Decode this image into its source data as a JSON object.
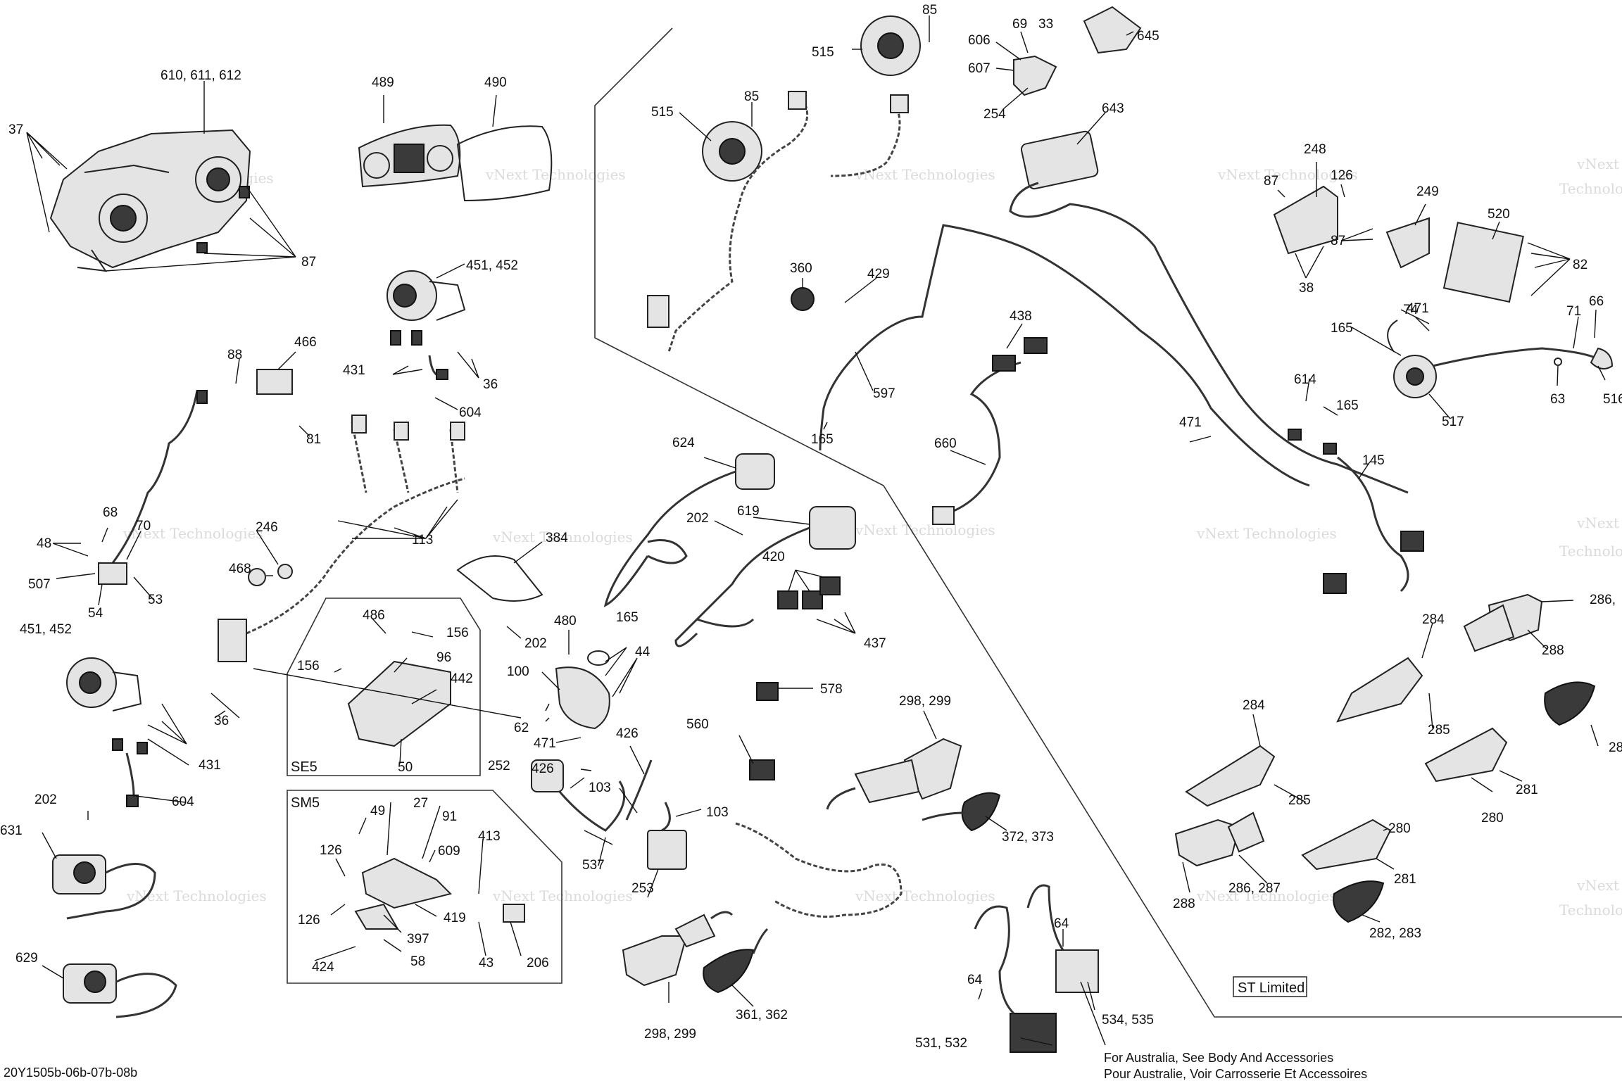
{
  "diagram": {
    "code": "20Y1505b-06b-07b-08b",
    "note_lines": [
      "For Australia, See Body And Accessories",
      "Pour Australie, Voir Carrosserie Et Accessoires"
    ],
    "watermark": [
      "vNext Technologies",
      "vNext",
      "Technologies"
    ],
    "boxes": [
      {
        "id": "se5",
        "label": "SE5"
      },
      {
        "id": "sm5",
        "label": "SM5"
      },
      {
        "id": "st",
        "label": "ST Limited"
      }
    ],
    "labels": [
      {
        "id": "l1",
        "text": "610, 611, 612"
      },
      {
        "id": "l2",
        "text": "489"
      },
      {
        "id": "l3",
        "text": "490"
      },
      {
        "id": "l4",
        "text": "37"
      },
      {
        "id": "l5",
        "text": "87"
      },
      {
        "id": "l6",
        "text": "451, 452"
      },
      {
        "id": "l7",
        "text": "36"
      },
      {
        "id": "l8",
        "text": "431"
      },
      {
        "id": "l9",
        "text": "604"
      },
      {
        "id": "l10",
        "text": "88"
      },
      {
        "id": "l11",
        "text": "466"
      },
      {
        "id": "l12",
        "text": "81"
      },
      {
        "id": "l13",
        "text": "68"
      },
      {
        "id": "l14",
        "text": "48"
      },
      {
        "id": "l15",
        "text": "70"
      },
      {
        "id": "l16",
        "text": "507"
      },
      {
        "id": "l17",
        "text": "54"
      },
      {
        "id": "l18",
        "text": "53"
      },
      {
        "id": "l19",
        "text": "246"
      },
      {
        "id": "l20",
        "text": "468"
      },
      {
        "id": "l21",
        "text": "113"
      },
      {
        "id": "l22",
        "text": "451, 452"
      },
      {
        "id": "l23",
        "text": "36"
      },
      {
        "id": "l24",
        "text": "431"
      },
      {
        "id": "l25",
        "text": "604"
      },
      {
        "id": "l26",
        "text": "202"
      },
      {
        "id": "l27",
        "text": "631"
      },
      {
        "id": "l28",
        "text": "629"
      },
      {
        "id": "l29",
        "text": "486"
      },
      {
        "id": "l30",
        "text": "156"
      },
      {
        "id": "l31",
        "text": "156"
      },
      {
        "id": "l32",
        "text": "96"
      },
      {
        "id": "l33",
        "text": "442"
      },
      {
        "id": "l34",
        "text": "50"
      },
      {
        "id": "l35",
        "text": "49"
      },
      {
        "id": "l36",
        "text": "27"
      },
      {
        "id": "l37",
        "text": "91"
      },
      {
        "id": "l38",
        "text": "609"
      },
      {
        "id": "l39",
        "text": "413"
      },
      {
        "id": "l40",
        "text": "126"
      },
      {
        "id": "l41",
        "text": "126"
      },
      {
        "id": "l42",
        "text": "419"
      },
      {
        "id": "l43",
        "text": "397"
      },
      {
        "id": "l44",
        "text": "424"
      },
      {
        "id": "l45",
        "text": "58"
      },
      {
        "id": "l46",
        "text": "43"
      },
      {
        "id": "l47",
        "text": "206"
      },
      {
        "id": "l48",
        "text": "384"
      },
      {
        "id": "l49",
        "text": "202"
      },
      {
        "id": "l50",
        "text": "480"
      },
      {
        "id": "l51",
        "text": "165"
      },
      {
        "id": "l52",
        "text": "44"
      },
      {
        "id": "l53",
        "text": "100"
      },
      {
        "id": "l54",
        "text": "62"
      },
      {
        "id": "l55",
        "text": "471"
      },
      {
        "id": "l56",
        "text": "426"
      },
      {
        "id": "l57",
        "text": "426"
      },
      {
        "id": "l58",
        "text": "252"
      },
      {
        "id": "l59",
        "text": "103"
      },
      {
        "id": "l60",
        "text": "103"
      },
      {
        "id": "l61",
        "text": "537"
      },
      {
        "id": "l62",
        "text": "253"
      },
      {
        "id": "l63",
        "text": "515"
      },
      {
        "id": "l64",
        "text": "85"
      },
      {
        "id": "l65",
        "text": "515"
      },
      {
        "id": "l66",
        "text": "85"
      },
      {
        "id": "l67",
        "text": "606"
      },
      {
        "id": "l68",
        "text": "69"
      },
      {
        "id": "l69",
        "text": "33"
      },
      {
        "id": "l70",
        "text": "607"
      },
      {
        "id": "l71",
        "text": "254"
      },
      {
        "id": "l72",
        "text": "645"
      },
      {
        "id": "l73",
        "text": "643"
      },
      {
        "id": "l74",
        "text": "360"
      },
      {
        "id": "l75",
        "text": "429"
      },
      {
        "id": "l76",
        "text": "597"
      },
      {
        "id": "l77",
        "text": "165"
      },
      {
        "id": "l78",
        "text": "438"
      },
      {
        "id": "l79",
        "text": "660"
      },
      {
        "id": "l80",
        "text": "624"
      },
      {
        "id": "l81",
        "text": "619"
      },
      {
        "id": "l82",
        "text": "202"
      },
      {
        "id": "l83",
        "text": "420"
      },
      {
        "id": "l84",
        "text": "437"
      },
      {
        "id": "l85",
        "text": "578"
      },
      {
        "id": "l86",
        "text": "560"
      },
      {
        "id": "l87",
        "text": "298, 299"
      },
      {
        "id": "l88",
        "text": "372, 373"
      },
      {
        "id": "l89",
        "text": "298, 299"
      },
      {
        "id": "l90",
        "text": "361, 362"
      },
      {
        "id": "l91",
        "text": "64"
      },
      {
        "id": "l92",
        "text": "64"
      },
      {
        "id": "l93",
        "text": "534, 535"
      },
      {
        "id": "l94",
        "text": "531, 532"
      },
      {
        "id": "l95",
        "text": "248"
      },
      {
        "id": "l96",
        "text": "87"
      },
      {
        "id": "l97",
        "text": "126"
      },
      {
        "id": "l98",
        "text": "249"
      },
      {
        "id": "l99",
        "text": "87"
      },
      {
        "id": "l100",
        "text": "38"
      },
      {
        "id": "l101",
        "text": "520"
      },
      {
        "id": "l102",
        "text": "82"
      },
      {
        "id": "l103",
        "text": "66"
      },
      {
        "id": "l104",
        "text": "165"
      },
      {
        "id": "l105",
        "text": "74"
      },
      {
        "id": "l106",
        "text": "471"
      },
      {
        "id": "l107",
        "text": "71"
      },
      {
        "id": "l108",
        "text": "63"
      },
      {
        "id": "l109",
        "text": "516"
      },
      {
        "id": "l110",
        "text": "517"
      },
      {
        "id": "l111",
        "text": "614"
      },
      {
        "id": "l112",
        "text": "165"
      },
      {
        "id": "l113",
        "text": "471"
      },
      {
        "id": "l114",
        "text": "145"
      },
      {
        "id": "l115",
        "text": "286,"
      },
      {
        "id": "l116",
        "text": "284"
      },
      {
        "id": "l117",
        "text": "288"
      },
      {
        "id": "l118",
        "text": "285"
      },
      {
        "id": "l119",
        "text": "28"
      },
      {
        "id": "l120",
        "text": "284"
      },
      {
        "id": "l121",
        "text": "285"
      },
      {
        "id": "l122",
        "text": "281"
      },
      {
        "id": "l123",
        "text": "280"
      },
      {
        "id": "l124",
        "text": "280"
      },
      {
        "id": "l125",
        "text": "281"
      },
      {
        "id": "l126",
        "text": "288"
      },
      {
        "id": "l127",
        "text": "286, 287"
      },
      {
        "id": "l128",
        "text": "282, 283"
      }
    ]
  }
}
